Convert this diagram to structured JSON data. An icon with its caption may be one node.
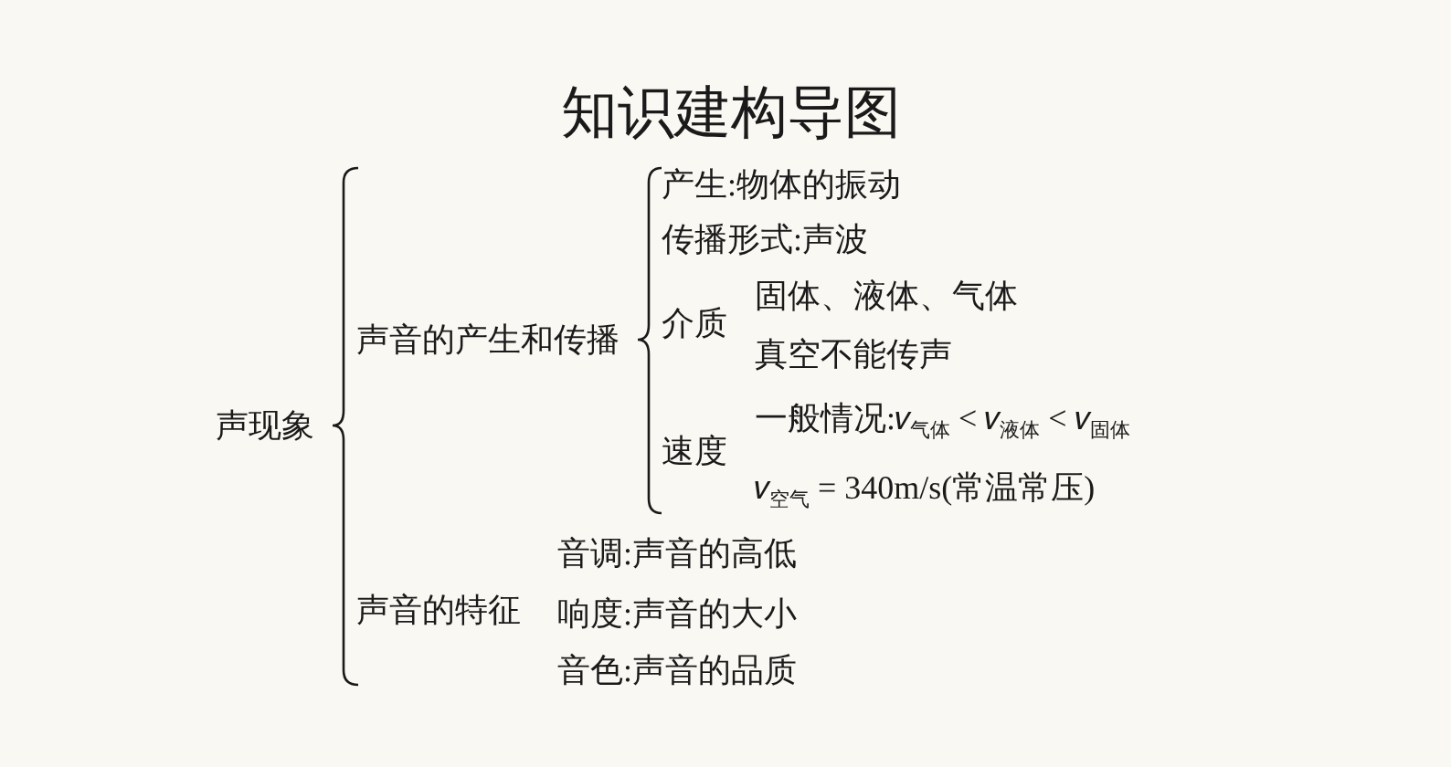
{
  "diagram": {
    "title": "知识建构导图",
    "labels": [
      "声现象",
      "声音的产生和传播",
      "产生:物体的振动",
      "传播形式:声波",
      "介质",
      "固体、液体、气体",
      "真空不能传声",
      "速度",
      "一般情况:𝑣$_{气体}$ < 𝑣$_{液体}$ < 𝑣$_{固体}$",
      "𝑣$_{空气}$ = 340m/s(常温常压)",
      "声音的特征",
      "音调:声音的高低",
      "响度:声音的大小",
      "音色:声音的品质"
    ]
  }
}
